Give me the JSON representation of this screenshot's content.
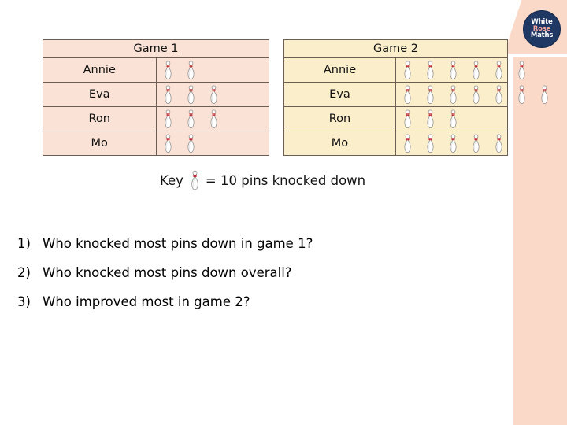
{
  "logo": {
    "line1": "White",
    "line2": "Rose",
    "line3": "Maths",
    "navy": "#1f3864",
    "rose": "#f4a8a0"
  },
  "colors": {
    "panel": "#fbd9c8",
    "table1_fill": "#fae3d6",
    "table2_fill": "#fbeecb",
    "border": "#6b5f55",
    "pin_stripe": "#c0272d",
    "pin_body": "#ffffff"
  },
  "chart_data": {
    "type": "table",
    "title": "Pins knocked down pictogram",
    "icon": "bowling-pin-icon",
    "key_value": 10,
    "key_unit": "pins knocked down",
    "categories": [
      "Annie",
      "Eva",
      "Ron",
      "Mo"
    ],
    "series": [
      {
        "name": "Game 1",
        "values": [
          2,
          3,
          3,
          2
        ]
      },
      {
        "name": "Game 2",
        "values": [
          6,
          7,
          3,
          5
        ]
      }
    ]
  },
  "tables": [
    {
      "title": "Game 1",
      "rows": [
        {
          "name": "Annie",
          "pins": 2
        },
        {
          "name": "Eva",
          "pins": 3
        },
        {
          "name": "Ron",
          "pins": 3
        },
        {
          "name": "Mo",
          "pins": 2
        }
      ]
    },
    {
      "title": "Game 2",
      "rows": [
        {
          "name": "Annie",
          "pins": 6
        },
        {
          "name": "Eva",
          "pins": 7
        },
        {
          "name": "Ron",
          "pins": 3
        },
        {
          "name": "Mo",
          "pins": 5
        }
      ]
    }
  ],
  "key": {
    "label": "Key",
    "icon": "bowling-pin-icon",
    "text": "= 10 pins knocked down"
  },
  "questions": [
    {
      "number": "1)",
      "text": "Who knocked most pins down in game 1?"
    },
    {
      "number": "2)",
      "text": "Who knocked most pins down overall?"
    },
    {
      "number": "3)",
      "text": "Who improved most in game 2?"
    }
  ]
}
